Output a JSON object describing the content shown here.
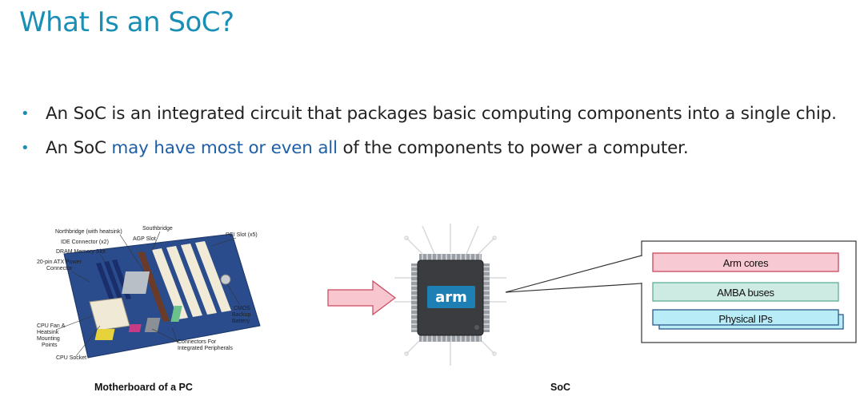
{
  "title": "What Is an SoC?",
  "bullets": [
    {
      "text": "An SoC is an integrated circuit that packages basic computing components into a single chip."
    },
    {
      "pre": "An SoC ",
      "highlight": "may have most or even all",
      "post": " of the components to power a computer."
    }
  ],
  "motherboard": {
    "caption": "Motherboard of a PC",
    "labels": {
      "northbridge": "Northbridge (with heatsink)",
      "southbridge": "Southbridge",
      "ide": "IDE Connector (x2)",
      "agp": "AGP Slot",
      "pci": "PCI Slot (x5)",
      "dram": "DRAM Memory Slot",
      "atx1": "20-pin ATX Power",
      "atx2": "Connector",
      "cmos1": "CMOS",
      "cmos2": "Backup",
      "cmos3": "Battery",
      "fan1": "CPU Fan &",
      "fan2": "Heatsink",
      "fan3": "Mounting",
      "fan4": "Points",
      "socket": "CPU Socket",
      "conn1": "Connectors For",
      "conn2": "Integrated Peripherals"
    }
  },
  "soc": {
    "caption": "SoC",
    "chip_logo": "arm",
    "components": [
      "Arm cores",
      "AMBA buses",
      "Physical IPs"
    ]
  },
  "colors": {
    "title": "#1a8fb5",
    "highlight": "#1f5fa8",
    "arm_cores_fill": "#f7c9d2",
    "amba_fill": "#cdebe3",
    "physical_fill": "#b8ecf7",
    "arrow_fill": "#f7c6cf"
  }
}
